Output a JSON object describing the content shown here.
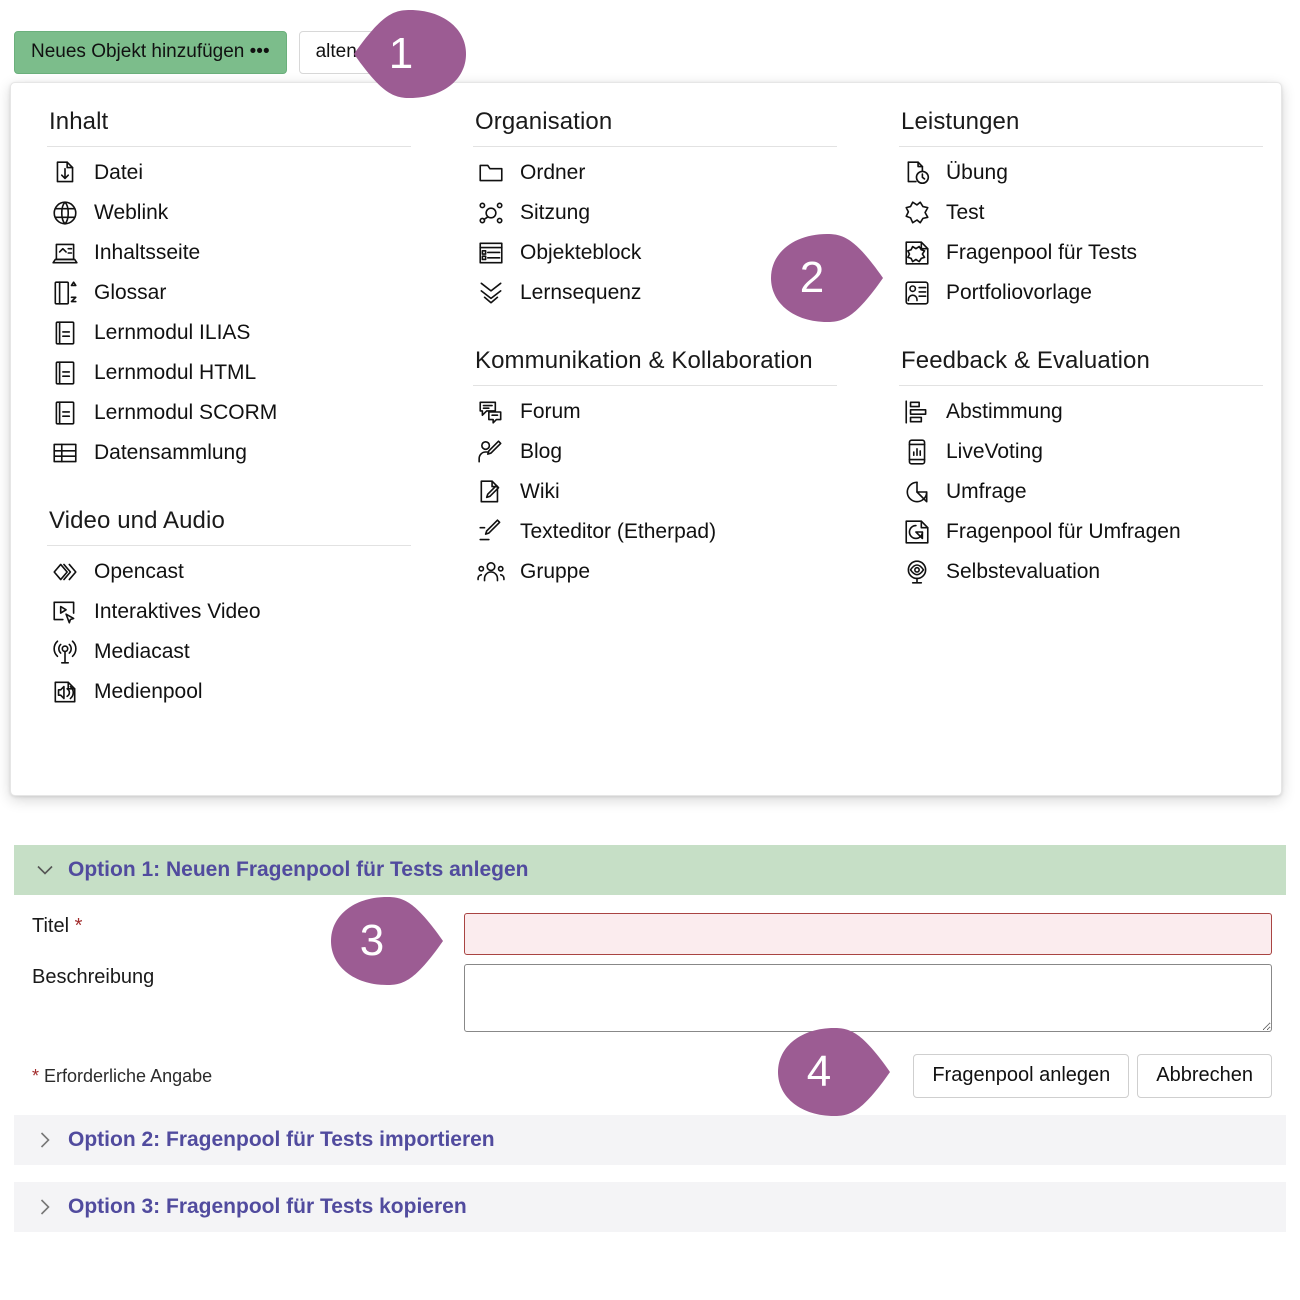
{
  "toolbar": {
    "add_object_label": "Neues Objekt hinzufügen •••",
    "secondary_label": "alten"
  },
  "colors": {
    "accent_green": "#7cbd8b",
    "badge_purple": "#9c5c93",
    "accordion_open_bg": "#c6dfc6",
    "accordion_closed_bg": "#f4f4f6",
    "accordion_text": "#514b9e",
    "error_border": "#a94442",
    "error_bg": "#fbecee"
  },
  "menu": {
    "columns": [
      {
        "groups": [
          {
            "title": "Inhalt",
            "items": [
              {
                "label": "Datei",
                "icon": "file-download-icon"
              },
              {
                "label": "Weblink",
                "icon": "globe-link-icon"
              },
              {
                "label": "Inhaltsseite",
                "icon": "content-page-icon"
              },
              {
                "label": "Glossar",
                "icon": "glossary-az-icon"
              },
              {
                "label": "Lernmodul ILIAS",
                "icon": "learning-module-icon"
              },
              {
                "label": "Lernmodul HTML",
                "icon": "learning-module-icon"
              },
              {
                "label": "Lernmodul SCORM",
                "icon": "learning-module-icon"
              },
              {
                "label": "Datensammlung",
                "icon": "table-grid-icon"
              }
            ]
          },
          {
            "title": "Video und Audio",
            "items": [
              {
                "label": "Opencast",
                "icon": "opencast-diamond-icon"
              },
              {
                "label": "Interaktives Video",
                "icon": "interactive-video-icon"
              },
              {
                "label": "Mediacast",
                "icon": "broadcast-antenna-icon"
              },
              {
                "label": "Medienpool",
                "icon": "speaker-sound-icon"
              }
            ]
          }
        ]
      },
      {
        "groups": [
          {
            "title": "Organisation",
            "items": [
              {
                "label": "Ordner",
                "icon": "folder-icon"
              },
              {
                "label": "Sitzung",
                "icon": "session-nodes-icon"
              },
              {
                "label": "Objekteblock",
                "icon": "object-block-icon"
              },
              {
                "label": "Lernsequenz",
                "icon": "learning-sequence-icon"
              }
            ]
          },
          {
            "title": "Kommunikation & Kollaboration",
            "items": [
              {
                "label": "Forum",
                "icon": "forum-bubbles-icon"
              },
              {
                "label": "Blog",
                "icon": "blog-person-pen-icon"
              },
              {
                "label": "Wiki",
                "icon": "wiki-page-pen-icon"
              },
              {
                "label": "Texteditor (Etherpad)",
                "icon": "etherpad-pen-icon"
              },
              {
                "label": "Gruppe",
                "icon": "group-people-icon"
              }
            ]
          }
        ]
      },
      {
        "groups": [
          {
            "title": "Leistungen",
            "items": [
              {
                "label": "Übung",
                "icon": "exercise-clock-icon"
              },
              {
                "label": "Test",
                "icon": "test-puzzle-icon"
              },
              {
                "label": "Fragenpool für Tests",
                "icon": "question-pool-test-icon"
              },
              {
                "label": "Portfoliovorlage",
                "icon": "portfolio-template-icon"
              }
            ]
          },
          {
            "title": "Feedback & Evaluation",
            "items": [
              {
                "label": "Abstimmung",
                "icon": "poll-bars-icon"
              },
              {
                "label": "LiveVoting",
                "icon": "live-voting-phone-icon"
              },
              {
                "label": "Umfrage",
                "icon": "survey-pie-icon"
              },
              {
                "label": "Fragenpool für Umfragen",
                "icon": "question-pool-survey-icon"
              },
              {
                "label": "Selbstevaluation",
                "icon": "self-evaluation-eye-icon"
              }
            ]
          }
        ]
      }
    ]
  },
  "form": {
    "option1": {
      "header": "Option 1: Neuen Fragenpool für Tests anlegen",
      "title_label": "Titel",
      "title_required_marker": "*",
      "title_value": "",
      "description_label": "Beschreibung",
      "description_value": "",
      "required_note_marker": "*",
      "required_note": " Erforderliche Angabe",
      "submit_label": "Fragenpool anlegen",
      "cancel_label": "Abbrechen"
    },
    "option2": {
      "header": "Option 2: Fragenpool für Tests importieren"
    },
    "option3": {
      "header": "Option 3: Fragenpool für Tests kopieren"
    }
  },
  "badges": {
    "one": "1",
    "two": "2",
    "three": "3",
    "four": "4"
  }
}
